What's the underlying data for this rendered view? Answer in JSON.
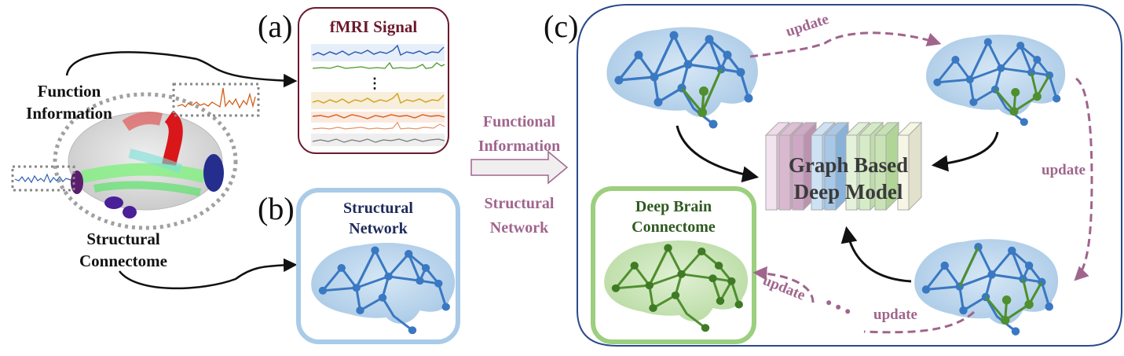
{
  "left": {
    "function_label": [
      "Function",
      "Information"
    ],
    "structural_label": [
      "Structural",
      "Connectome"
    ]
  },
  "panels": {
    "a": {
      "tag": "(a)",
      "title": "fMRI Signal",
      "border_color": "#6b1a2e",
      "signal_colors": [
        "#2f5fb5",
        "#4a9a2a",
        "#d9a31f",
        "#d2601a",
        "#e8946a",
        "#777777"
      ]
    },
    "b": {
      "tag": "(b)",
      "title": [
        "Structural",
        "Network"
      ],
      "border_color": "#a9cbe8"
    },
    "c": {
      "tag": "(c)",
      "border_color": "#2b4a8c"
    }
  },
  "middle": {
    "top_label": [
      "Functional",
      "Information"
    ],
    "bottom_label": [
      "Structural",
      "Network"
    ]
  },
  "model": {
    "title": [
      "Graph Based",
      "Deep Model"
    ]
  },
  "output": {
    "title": [
      "Deep Brain",
      "Connectome"
    ],
    "border_color": "#9ccf7e"
  },
  "updates": {
    "top": "update",
    "right": "update",
    "bottom": "update",
    "left": "update",
    "ellipsis": "• • •"
  },
  "colors": {
    "node_blue": "#3a78c2",
    "node_green": "#4f8f2e",
    "update_arrow": "#a0658d"
  }
}
